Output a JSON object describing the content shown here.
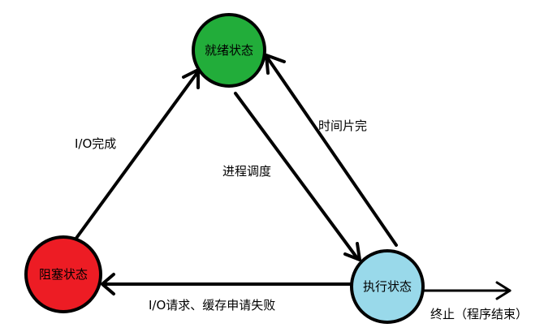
{
  "diagram": {
    "nodes": {
      "ready": {
        "label": "就绪状态",
        "color": "#22ad3a"
      },
      "blocked": {
        "label": "阻塞状态",
        "color": "#ed1c24"
      },
      "running": {
        "label": "执行状态",
        "color": "#99d9ea"
      }
    },
    "edges": {
      "io_complete": {
        "label": "I/O完成"
      },
      "schedule": {
        "label": "进程调度"
      },
      "time_slice": {
        "label": "时间片完"
      },
      "io_request": {
        "label": "I/O请求、缓存申请失败"
      },
      "terminate": {
        "label": "终止（程序结束）"
      }
    },
    "stroke_color": "#000000"
  }
}
